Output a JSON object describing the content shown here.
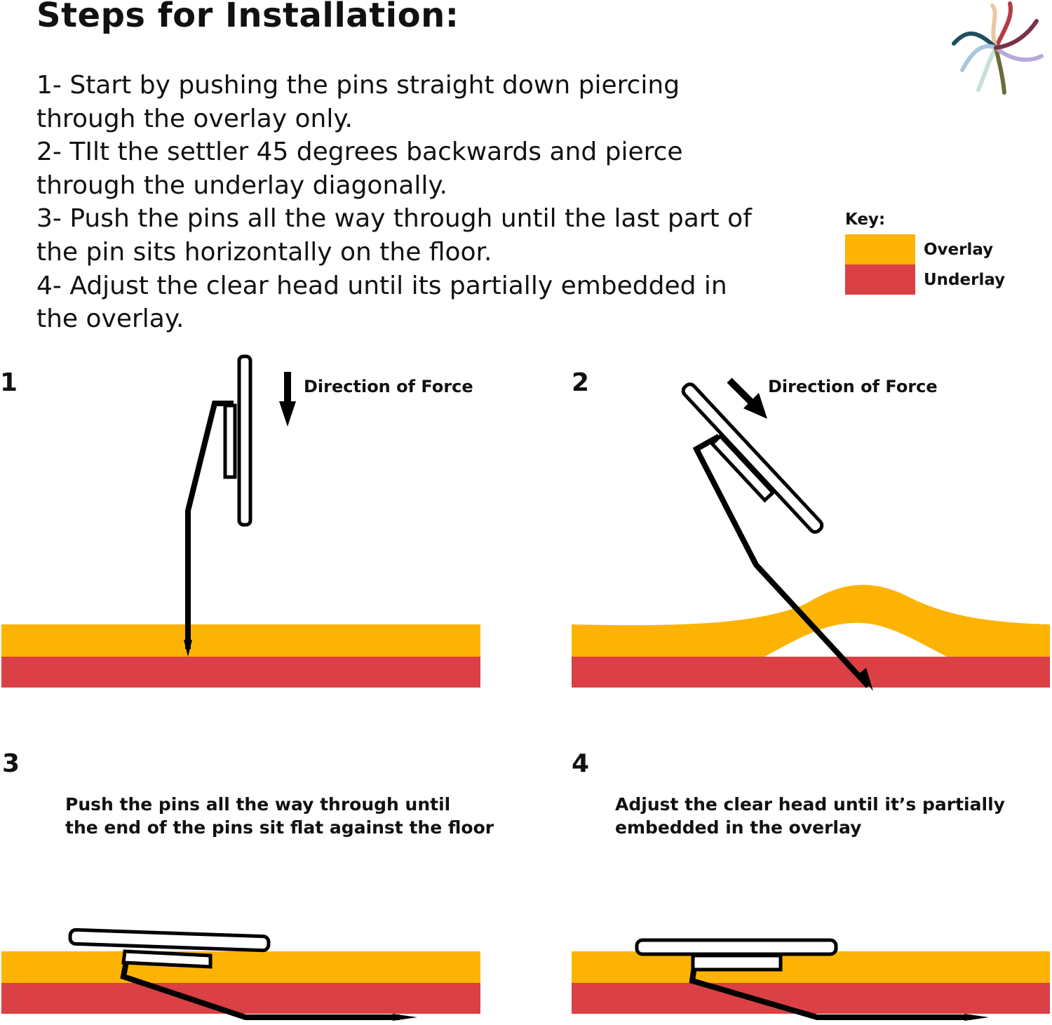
{
  "title": "Steps for Installation:",
  "steps_lines": [
    "1- Start by pushing the pins straight down piercing",
    "through the overlay only.",
    "2- TIlt the settler 45 degrees backwards and pierce",
    "through the underlay diagonally.",
    "3- Push the pins all the way through until the last part of",
    "the pin sits horizontally on the floor.",
    "4- Adjust the clear head until its partially embedded in",
    "the overlay."
  ],
  "key": {
    "title": "Key:",
    "items": [
      {
        "label": "Overlay",
        "color": "#FDB304"
      },
      {
        "label": "Underlay",
        "color": "#DA4044"
      }
    ]
  },
  "panels": [
    {
      "number": "1",
      "force_label": "Direction of Force"
    },
    {
      "number": "2",
      "force_label": "Direction of Force"
    },
    {
      "number": "3",
      "caption": [
        "Push the pins all the way through until",
        "the end of the pins sit flat against the floor"
      ]
    },
    {
      "number": "4",
      "caption": [
        "Adjust the clear head until it’s partially",
        "embedded in the overlay"
      ]
    }
  ],
  "icons": [
    "arrow-down-icon",
    "arrow-diagonal-icon",
    "swirl-logo-icon"
  ]
}
